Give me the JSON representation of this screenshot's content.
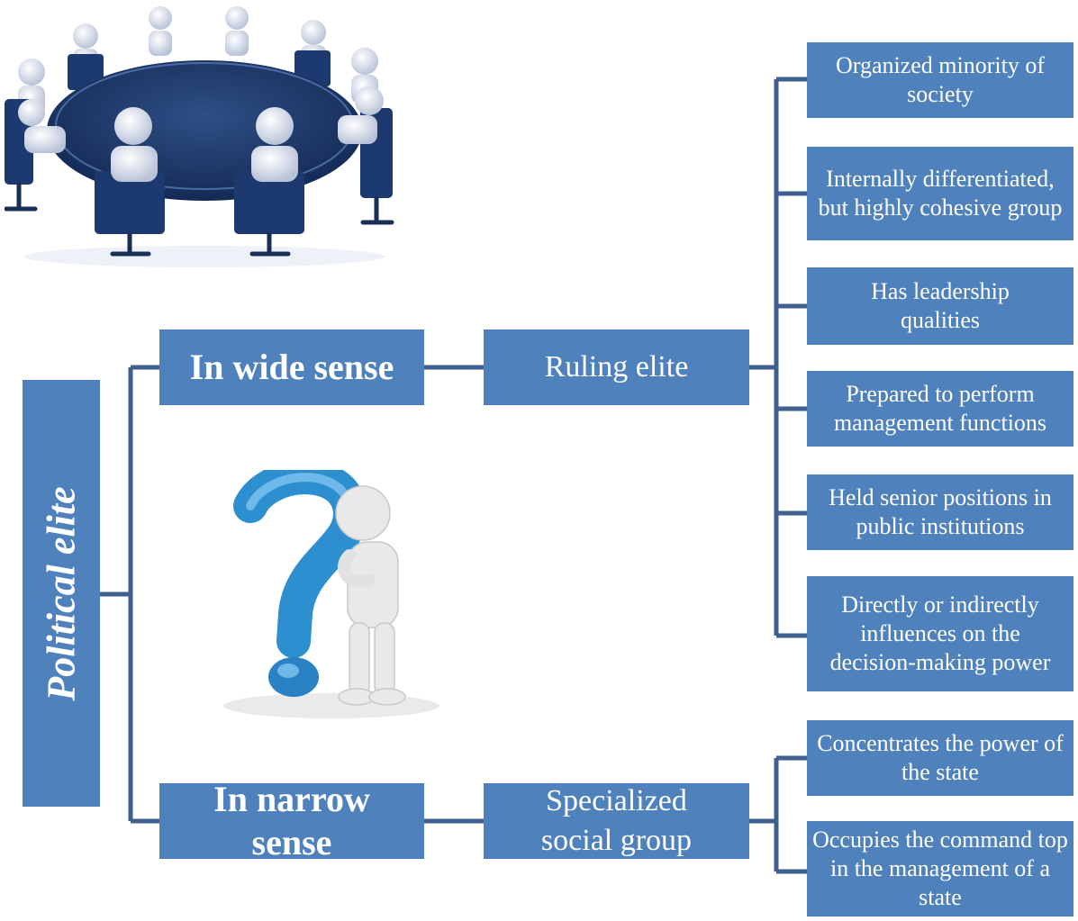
{
  "root": {
    "label": "Political elite"
  },
  "wide": {
    "label": "In wide sense",
    "group": "Ruling elite",
    "traits": [
      "Organized minority of  society",
      "Internally differentiated, but highly cohesive group",
      "Has leadership qualities",
      "Prepared to perform management functions",
      "Held senior positions in public institutions",
      "Directly or indirectly influences on the decision-making power"
    ]
  },
  "narrow": {
    "label": "In narrow sense",
    "group": "Specialized social  group",
    "traits": [
      "Concentrates the power of the state",
      "Occupies the command top in the management of a state"
    ]
  },
  "colors": {
    "box": "#4f81bd",
    "connector": "#3f5f8f",
    "accent": "#2e8fd0"
  },
  "illustrations": [
    "round-table-meeting",
    "question-mark-figure"
  ]
}
